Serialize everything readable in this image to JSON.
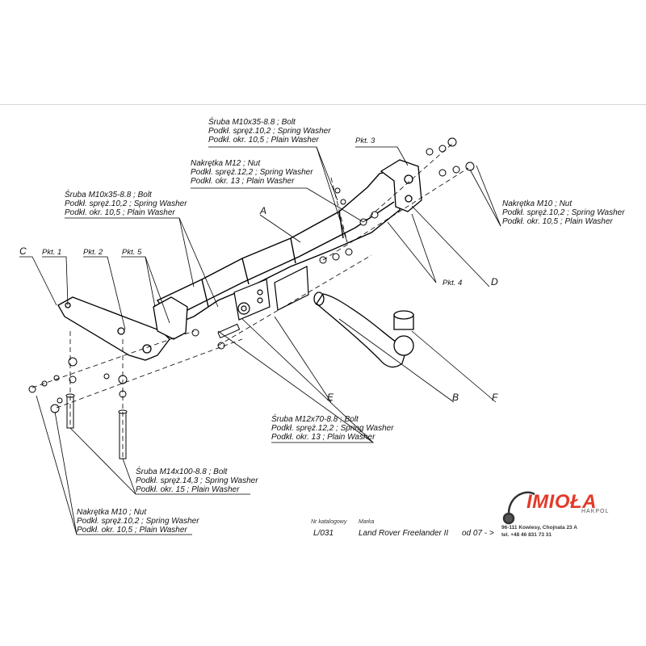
{
  "labels": {
    "bolt_top": [
      "Śruba M10x35-8.8 ;  Bolt",
      "Podkł. spręż.10,2 ; Spring Washer",
      "Podkł. okr. 10,5 ; Plain Washer"
    ],
    "nut_m12": [
      "Nakrętka  M12 ; Nut",
      "Podkł. spręż.12,2 ; Spring Washer",
      "Podkł. okr. 13 ; Plain Washer"
    ],
    "bolt_left": [
      "Śruba M10x35-8.8 ;  Bolt",
      "Podkł. spręż.10,2 ; Spring Washer",
      "Podkł. okr. 10,5 ; Plain Washer"
    ],
    "nut_m10_right": [
      "Nakrętka  M10 ; Nut",
      "Podkł. spręż.10,2 ; Spring Washer",
      "Podkł. okr. 10,5 ; Plain Washer"
    ],
    "bolt_m12": [
      "Śruba M12x70-8.8 ;  Bolt",
      "Podkł. spręż.12,2 ; Spring Washer",
      "Podkł. okr. 13 ; Plain Washer"
    ],
    "bolt_m14": [
      "Śruba M14x100-8.8 ;  Bolt",
      "Podkł. spręż.14,3 ; Spring Washer",
      "Podkł. okr. 15 ; Plain Washer"
    ],
    "nut_m10_left": [
      "Nakrętka  M10 ; Nut",
      "Podkł. spręż.10,2 ; Spring Washer",
      "Podkł. okr. 10,5 ; Plain Washer"
    ]
  },
  "letters": {
    "A": "A",
    "B": "B",
    "C": "C",
    "D": "D",
    "E": "E",
    "F": "F"
  },
  "points": {
    "pkt1": "Pkt. 1",
    "pkt2": "Pkt. 2",
    "pkt3": "Pkt. 3",
    "pkt4": "Pkt. 4",
    "pkt5": "Pkt. 5"
  },
  "footer": {
    "catalog_caption": "Nr katalogowy",
    "catalog_number": "L/031",
    "make_caption": "Marka",
    "model": "Land Rover Freelander II",
    "from": "od  07 - >",
    "brand": "IMIOŁA",
    "brand_sub": "HAKPOL",
    "address": "96-111 Kowiesy, Chojnata 23 A",
    "phone": "tel. +48 46 831 73 31"
  }
}
